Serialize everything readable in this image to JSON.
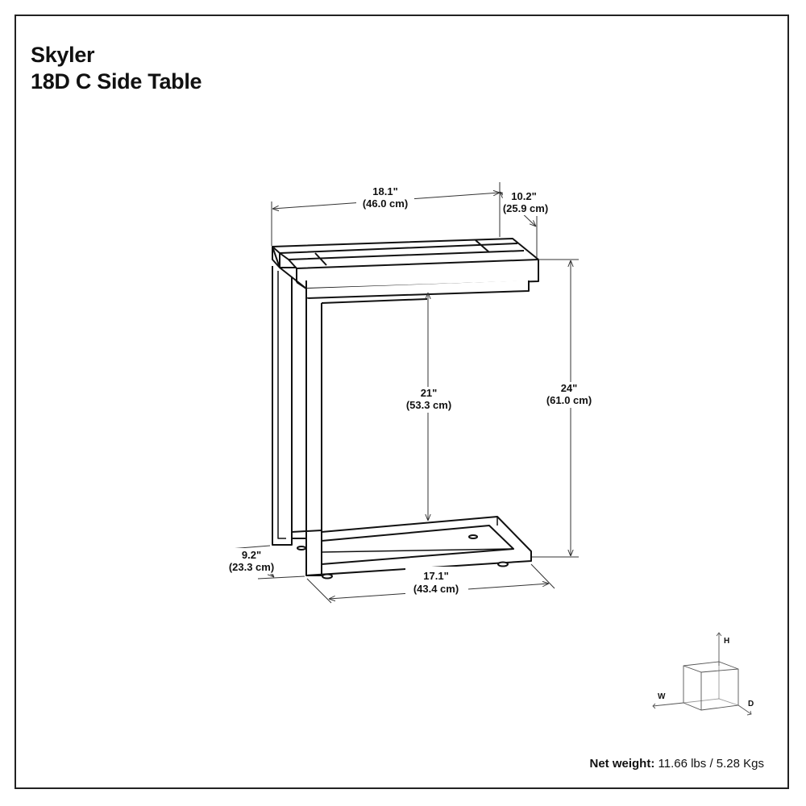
{
  "product": {
    "brand": "Skyler",
    "name": "18D C Side Table"
  },
  "dimensions": {
    "width_top": {
      "in": "18.1\"",
      "cm": "(46.0 cm)"
    },
    "depth_top": {
      "in": "10.2\"",
      "cm": "(25.9 cm)"
    },
    "clearance_height": {
      "in": "21\"",
      "cm": "(53.3 cm)"
    },
    "total_height": {
      "in": "24\"",
      "cm": "(61.0 cm)"
    },
    "base_depth": {
      "in": "9.2\"",
      "cm": "(23.3 cm)"
    },
    "base_width": {
      "in": "17.1\"",
      "cm": "(43.4 cm)"
    }
  },
  "axis_legend": {
    "h": "H",
    "w": "W",
    "d": "D"
  },
  "footer": {
    "weight_label": "Net weight:",
    "weight_value": " 11.66 lbs / 5.28 Kgs"
  }
}
